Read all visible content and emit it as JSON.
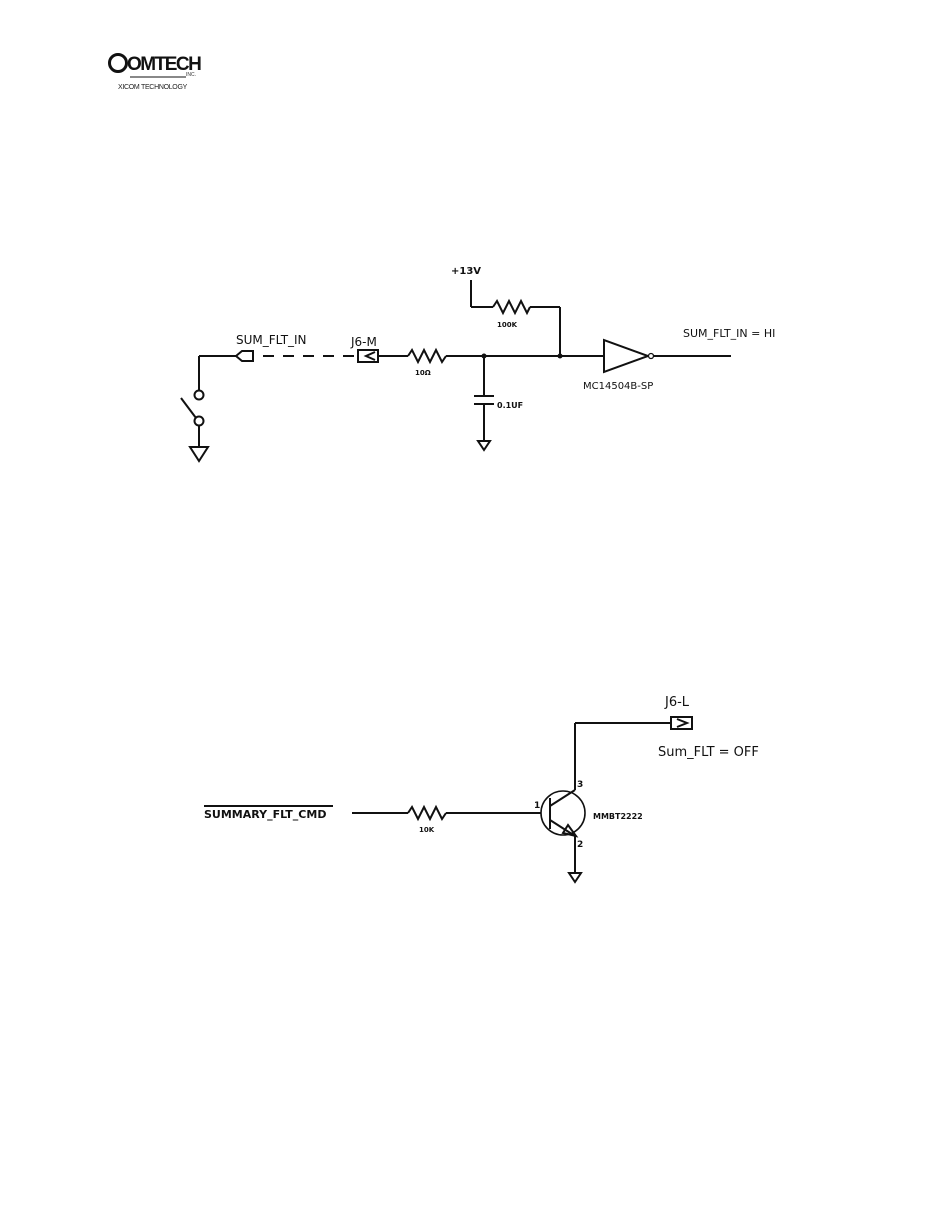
{
  "logo": {
    "brand": "OMTECH",
    "inc": "INC.",
    "subtitle": "XICOM TECHNOLOGY"
  },
  "diagram_1": {
    "supply_label": "+13V",
    "pullup_resistor": "100K",
    "input_net": "SUM_FLT_IN",
    "connector": "J6-M",
    "series_resistor": "10Ω",
    "capacitor": "0.1UF",
    "buffer_part": "MC14504B-SP",
    "output_label": "SUM_FLT_IN = HI"
  },
  "diagram_2": {
    "connector": "J6-L",
    "state_label": "Sum_FLT = OFF",
    "input_net": "SUMMARY_FLT_CMD",
    "base_resistor": "10K",
    "transistor": "MMBT2222",
    "pin_base": "1",
    "pin_collector": "3",
    "pin_emitter": "2"
  }
}
